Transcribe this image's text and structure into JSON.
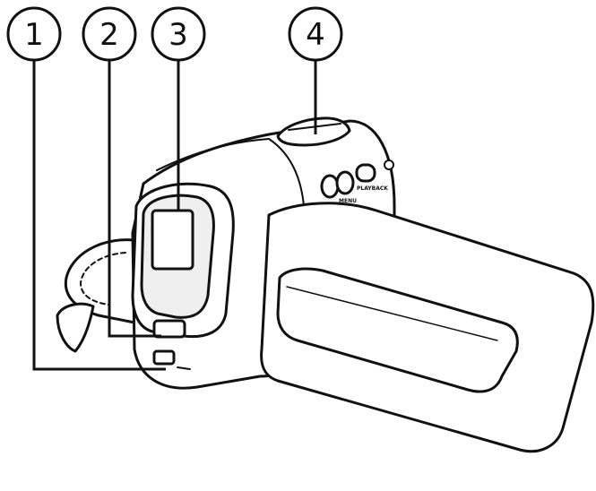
{
  "callouts": [
    {
      "number": "1",
      "target": "microphone"
    },
    {
      "number": "2",
      "target": "light-sensor"
    },
    {
      "number": "3",
      "target": "lens"
    },
    {
      "number": "4",
      "target": "zoom-lever"
    }
  ],
  "buttons": {
    "menu": "MENU",
    "playback": "PLAYBACK"
  },
  "colors": {
    "line": "#111111",
    "body_fill": "#ffffff",
    "lens_shade": "#efefef"
  }
}
